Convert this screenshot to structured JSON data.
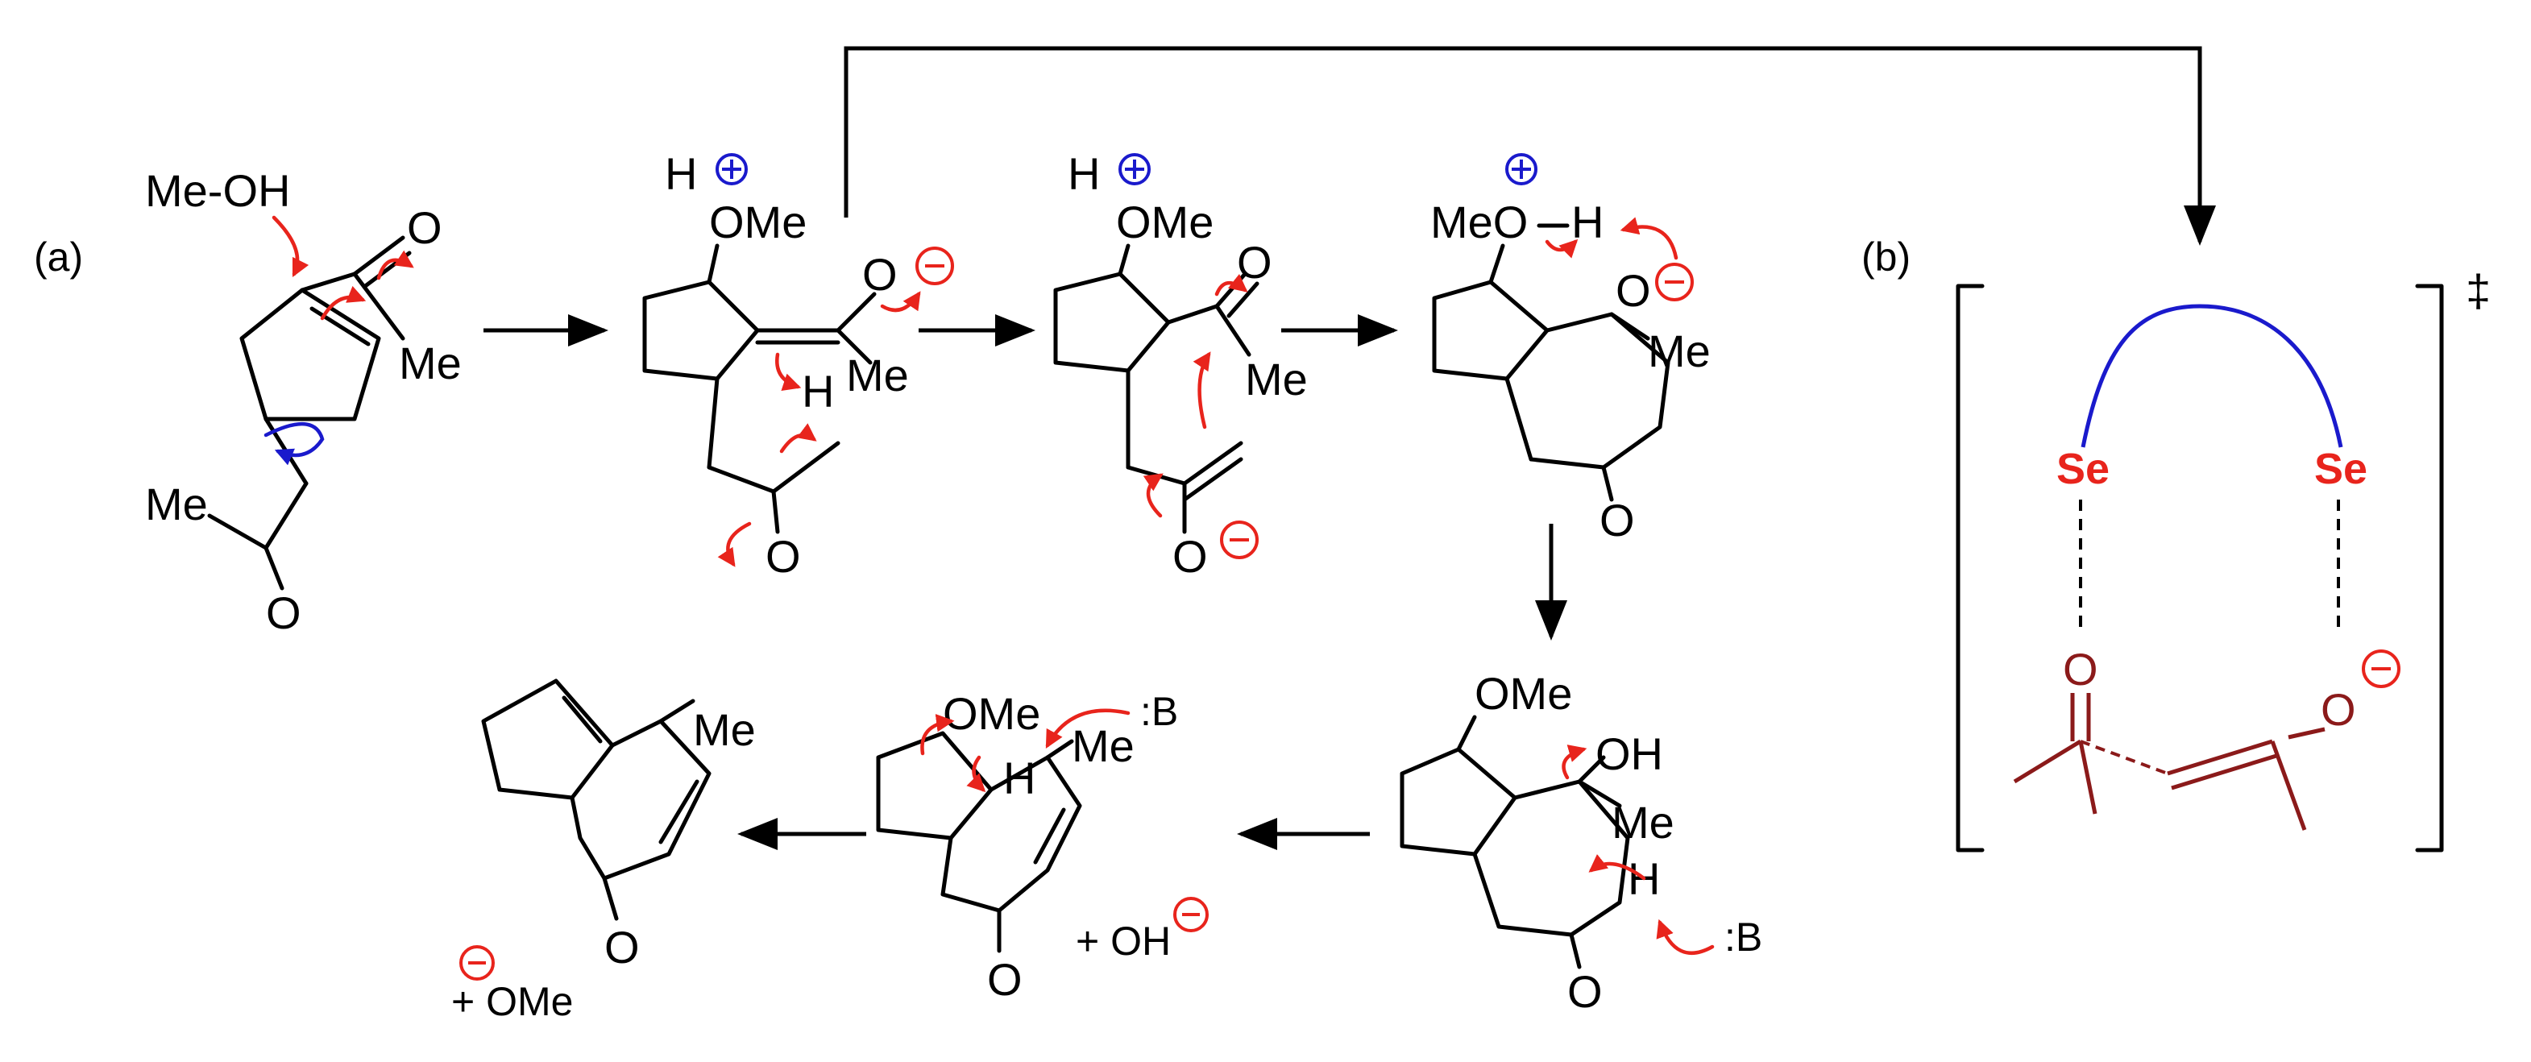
{
  "panel_labels": {
    "a": "(a)",
    "b": "(b)"
  },
  "atoms": {
    "methanol": "Me-OH",
    "me": "Me",
    "o": "O",
    "h": "H",
    "ome": "OMe",
    "meo": "MeO",
    "oh": "OH",
    "base": ":B",
    "plus_oh": "+ OH",
    "plus_ome": "+ OMe",
    "se": "Se",
    "dagger": "‡"
  },
  "colors": {
    "curly_arrow": "#e8241c",
    "rotation_arrow": "#1a1acc",
    "positive_charge": "#1a1acc",
    "negative_charge": "#e8241c",
    "selenium": "#e8241c",
    "substrate": "#8b1a1a",
    "bridge": "#1a1acc",
    "bonds": "#000000"
  },
  "icons": {
    "plus_charge": "circled-plus",
    "minus_charge": "circled-minus",
    "rotation": "circular-arrow"
  }
}
